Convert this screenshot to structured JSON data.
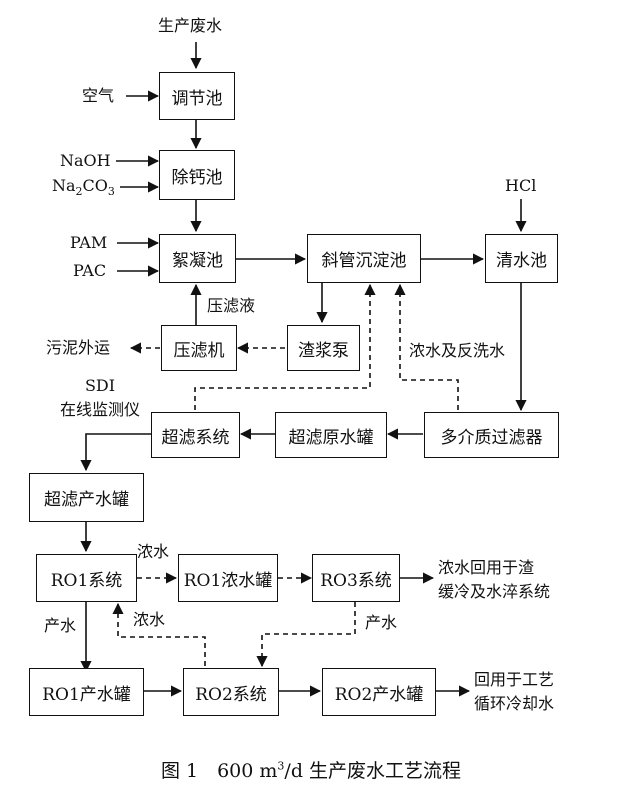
{
  "inputs": {
    "wastewater": "生产废水",
    "air": "空气",
    "naoh": "NaOH",
    "na2co3_prefix": "Na",
    "na2co3_sub": "2",
    "na2co3_suffix": "CO",
    "na2co3_sub2": "3",
    "pam": "PAM",
    "pac": "PAC",
    "hcl": "HCl",
    "sdi_line1": "SDI",
    "sdi_line2": "在线监测仪"
  },
  "nodes": {
    "regulating_tank": "调节池",
    "decalcification_tank": "除钙池",
    "flocculation_tank": "絮凝池",
    "inclined_settler": "斜管沉淀池",
    "clear_water_tank": "清水池",
    "slurry_pump": "渣浆泵",
    "filter_press": "压滤机",
    "ultrafiltration_system": "超滤系统",
    "uf_feed_tank": "超滤原水罐",
    "multimedia_filter": "多介质过滤器",
    "uf_product_tank": "超滤产水罐",
    "ro1_system": "RO1系统",
    "ro1_concentrate_tank": "RO1浓水罐",
    "ro3_system": "RO3系统",
    "ro1_product_tank": "RO1产水罐",
    "ro2_system": "RO2系统",
    "ro2_product_tank": "RO2产水罐"
  },
  "edge_labels": {
    "filtrate": "压滤液",
    "sludge_out": "污泥外运",
    "concentrate_backwash": "浓水及反洗水",
    "concentrate_a": "浓水",
    "concentrate_b": "浓水",
    "product_a": "产水",
    "product_b": "产水"
  },
  "outputs": {
    "ro3_out_line1": "浓水回用于渣",
    "ro3_out_line2": "缓冷及水淬系统",
    "ro2_out_line1": "回用于工艺",
    "ro2_out_line2": "循环冷却水"
  },
  "caption": {
    "prefix": "图 1　600 m",
    "sup": "3",
    "suffix": "/d 生产废水工艺流程"
  }
}
